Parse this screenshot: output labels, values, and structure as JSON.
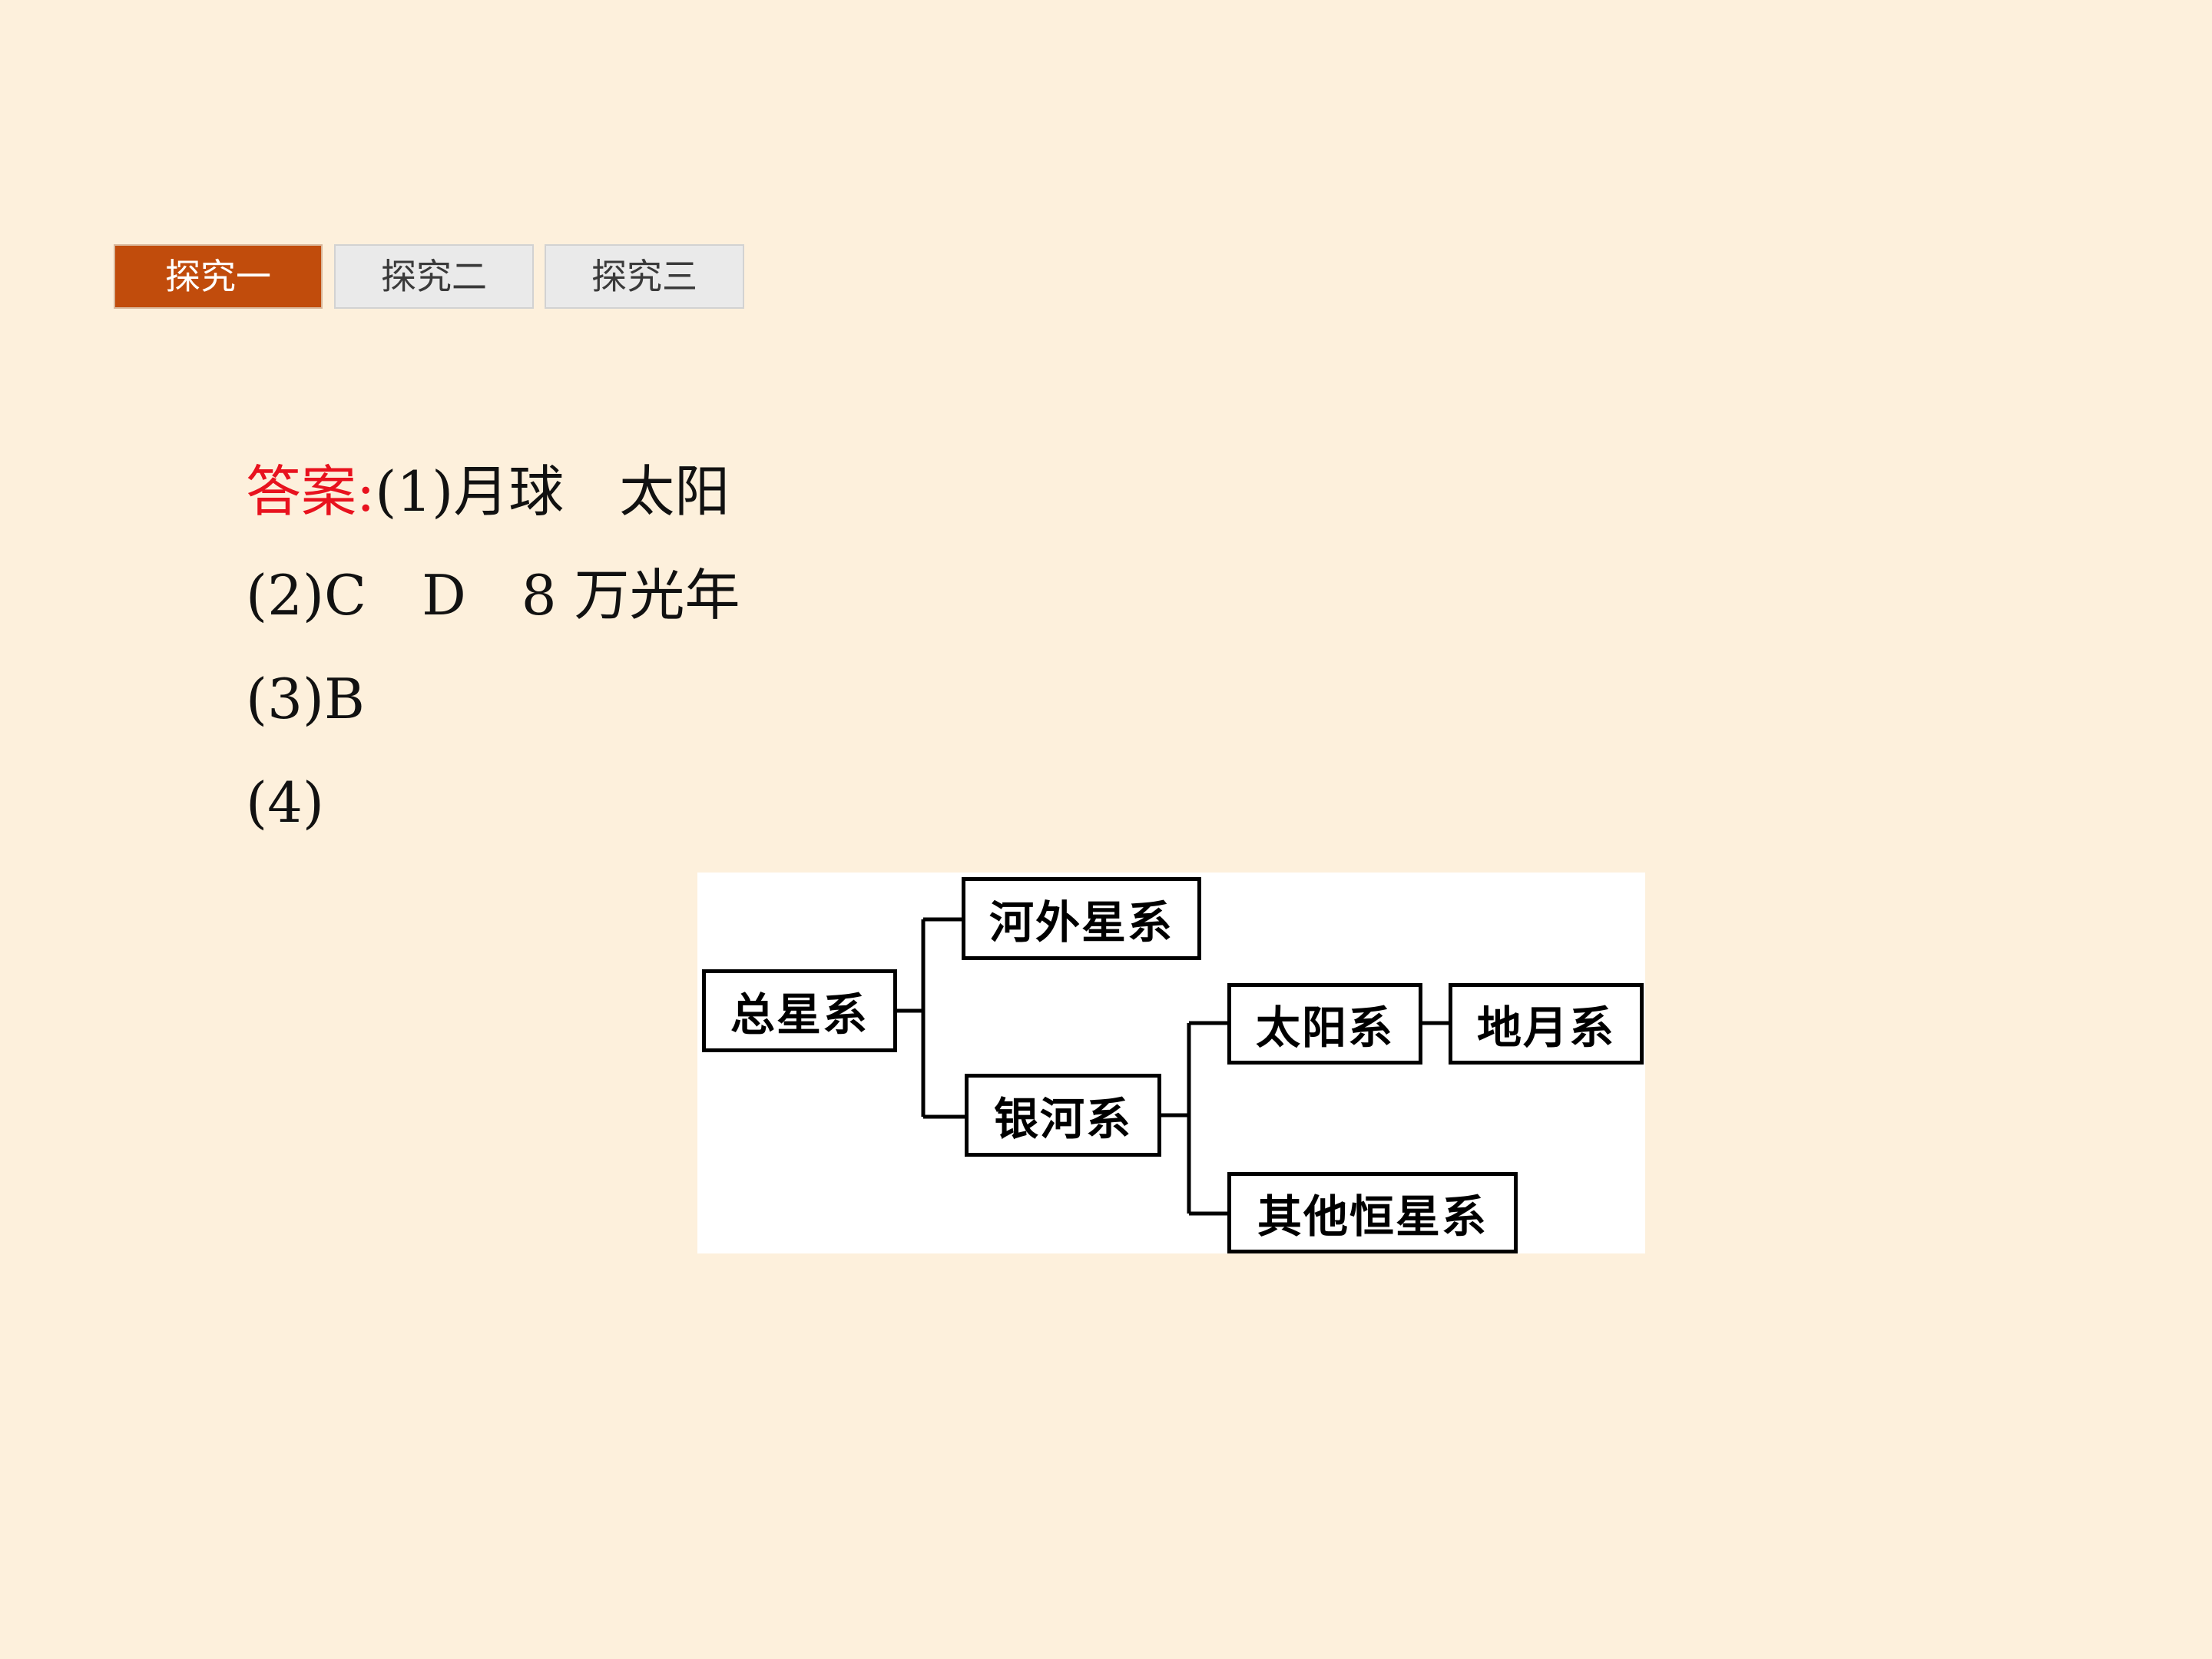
{
  "tabs": [
    {
      "label": "探究一",
      "active": true
    },
    {
      "label": "探究二",
      "active": false
    },
    {
      "label": "探究三",
      "active": false
    }
  ],
  "answer": {
    "label": "答案:",
    "line1": "(1)月球　太阳",
    "line2": "(2)C　D　8 万光年",
    "line3": "(3)B",
    "line4": "(4)"
  },
  "diagram": {
    "root": "总星系",
    "extragalactic": "河外星系",
    "milky_way": "银河系",
    "solar_system": "太阳系",
    "earth_moon": "地月系",
    "other_stellar": "其他恒星系"
  },
  "colors": {
    "background": "#fdf0dc",
    "active_tab": "#c14c0c",
    "inactive_tab": "#eaeaea",
    "answer_label": "#e8121e"
  }
}
